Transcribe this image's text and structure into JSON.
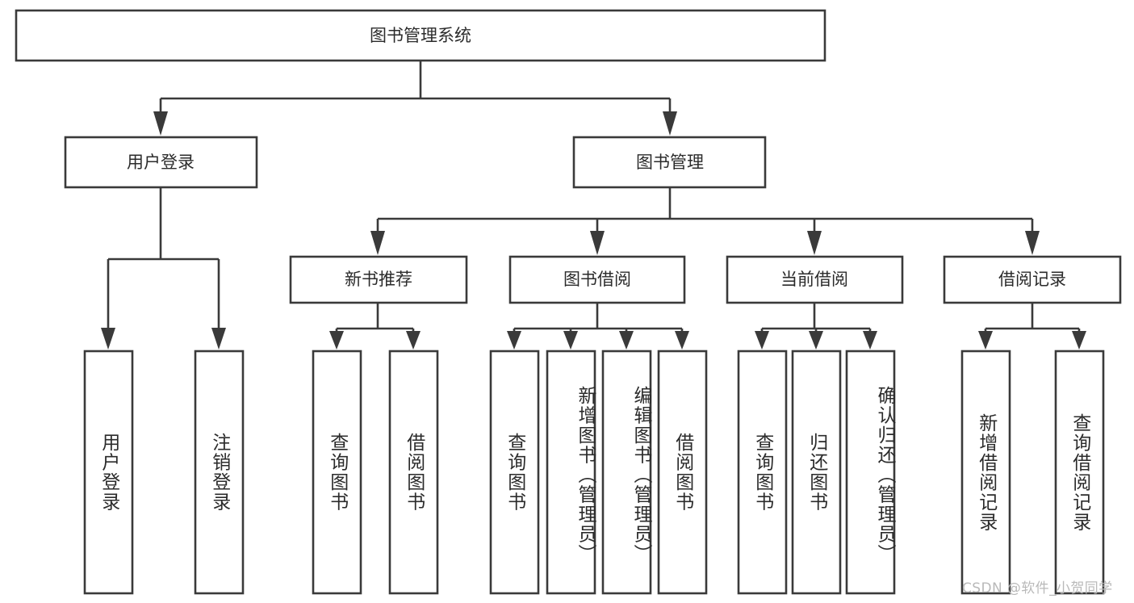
{
  "diagram": {
    "type": "tree-hierarchy",
    "title": "图书管理系统",
    "colors": {
      "box_stroke": "#3a3a3a",
      "box_fill": "#ffffff",
      "text": "#2b2b2b",
      "connector": "#3a3a3a",
      "watermark": "#b9b9b9",
      "background": "#ffffff"
    },
    "root": {
      "label": "图书管理系统",
      "orientation": "horizontal"
    },
    "level2": [
      {
        "label": "用户登录",
        "orientation": "horizontal"
      },
      {
        "label": "图书管理",
        "orientation": "horizontal"
      }
    ],
    "level3": [
      {
        "label": "新书推荐",
        "orientation": "horizontal"
      },
      {
        "label": "图书借阅",
        "orientation": "horizontal"
      },
      {
        "label": "当前借阅",
        "orientation": "horizontal"
      },
      {
        "label": "借阅记录",
        "orientation": "horizontal"
      }
    ],
    "leaves": {
      "user_login": [
        {
          "label": "用户登录",
          "orientation": "vertical"
        },
        {
          "label": "注销登录",
          "orientation": "vertical"
        }
      ],
      "new_book_recommend": [
        {
          "label": "查询图书",
          "orientation": "vertical"
        },
        {
          "label": "借阅图书",
          "orientation": "vertical"
        }
      ],
      "book_borrow": [
        {
          "label": "查询图书",
          "orientation": "vertical"
        },
        {
          "label": "新增图书（管理员）",
          "orientation": "vertical"
        },
        {
          "label": "编辑图书（管理员）",
          "orientation": "vertical"
        },
        {
          "label": "借阅图书",
          "orientation": "vertical"
        }
      ],
      "current_borrow": [
        {
          "label": "查询图书",
          "orientation": "vertical"
        },
        {
          "label": "归还图书",
          "orientation": "vertical"
        },
        {
          "label": "确认归还（管理员）",
          "orientation": "vertical"
        }
      ],
      "borrow_records": [
        {
          "label": "新增借阅记录",
          "orientation": "vertical"
        },
        {
          "label": "查询借阅记录",
          "orientation": "vertical"
        }
      ]
    }
  },
  "watermark": {
    "text": "CSDN @软件_小贺同学"
  }
}
